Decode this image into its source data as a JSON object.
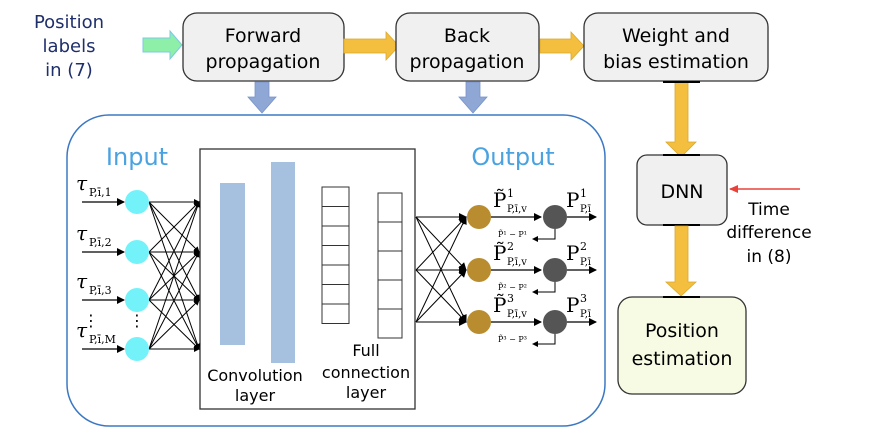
{
  "title_steps": {
    "input_label": [
      "Position",
      "labels",
      "in (7)"
    ],
    "forward": [
      "Forward",
      "propagation"
    ],
    "back": [
      "Back",
      "propagation"
    ],
    "weight": [
      "Weight and",
      "bias estimation"
    ]
  },
  "network": {
    "input_title": "Input",
    "output_title": "Output",
    "conv_label": [
      "Convolution",
      "layer"
    ],
    "fc_label": [
      "Full",
      "connection",
      "layer"
    ],
    "inputs": [
      {
        "sym": "τ",
        "sub": "P,ī,1"
      },
      {
        "sym": "τ",
        "sub": "P,ī,2"
      },
      {
        "sym": "τ",
        "sub": "P,ī,3"
      },
      {
        "sym": "τ",
        "sub": "P,ī,M"
      }
    ],
    "ellipsis": "⋮",
    "outputs": [
      {
        "est": "P̃",
        "sup": "1",
        "est_sub": "P,ī,v",
        "true": "P",
        "true_sub": "P,ī",
        "error": "P̃¹ − P¹"
      },
      {
        "est": "P̃",
        "sup": "2",
        "est_sub": "P,ī,v",
        "true": "P",
        "true_sub": "P,ī",
        "error": "P̃² − P²"
      },
      {
        "est": "P̃",
        "sup": "3",
        "est_sub": "P,ī,v",
        "true": "P",
        "true_sub": "P,ī",
        "error": "P̃³ − P³"
      }
    ]
  },
  "dnn": {
    "label": "DNN",
    "time_label": [
      "Time",
      "difference",
      "in (8)"
    ],
    "result": [
      "Position",
      "estimation"
    ]
  },
  "colors": {
    "box_fill": "#f0f0f0",
    "result_fill": "#f7fbe3",
    "orange_arrow": "#f4bf3f",
    "blue_arrow": "#8fa7d5",
    "green_arrow": "#8ef0a8",
    "container_stroke": "#3b78c4",
    "title_blue": "#4aa3e0",
    "input_node": "#73f2fa",
    "output_node": "#b98d2f",
    "true_node": "#555555",
    "conv_bar": "#a6c0e0",
    "label_navy": "#1f2f6b",
    "red_arrow": "#e8423a"
  }
}
